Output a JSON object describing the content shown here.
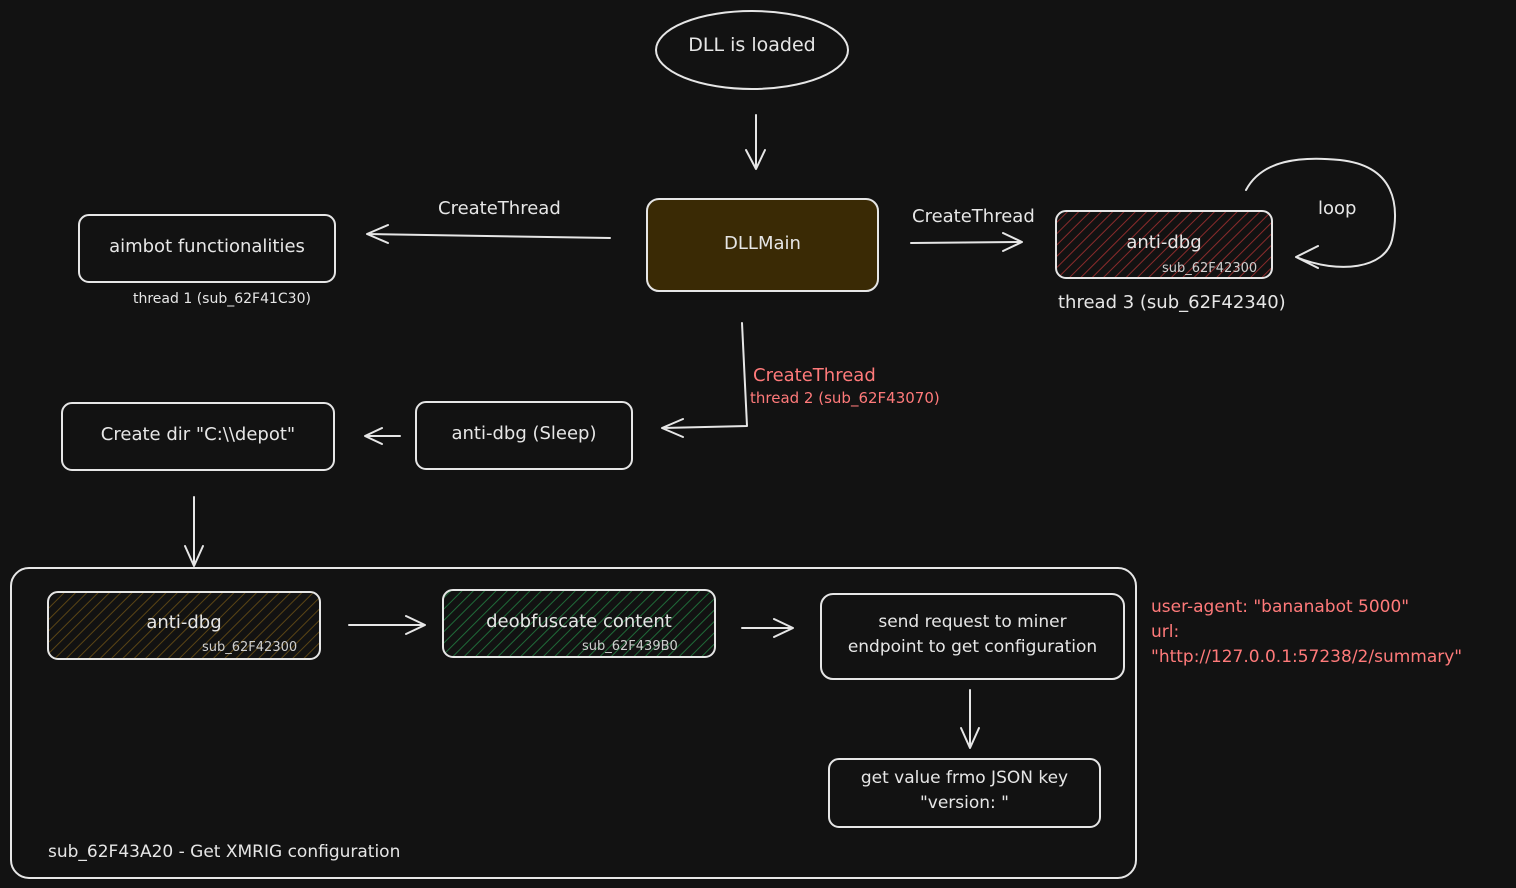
{
  "colors": {
    "background": "#121212",
    "stroke": "#e6e6e6",
    "annotation": "#ff7a7a",
    "dllmain_fill": "#3a2a05",
    "hatch_red": "#8a2b2b",
    "hatch_brown": "#5a4415",
    "hatch_green": "#1f6a38"
  },
  "nodes": {
    "dll_loaded": "DLL is loaded",
    "dllmain": "DLLMain",
    "aimbot": "aimbot functionalities",
    "anti_dbg_thread3": "anti-dbg",
    "anti_dbg_thread3_sub": "sub_62F42300",
    "anti_dbg_sleep": "anti-dbg (Sleep)",
    "create_dir": "Create dir \"C:\\\\depot\"",
    "anti_dbg_inner": "anti-dbg",
    "anti_dbg_inner_sub": "sub_62F42300",
    "deobfuscate": "deobfuscate content",
    "deobfuscate_sub": "sub_62F439B0",
    "send_request_line1": "send request to miner",
    "send_request_line2": "endpoint to get configuration",
    "get_value_line1": "get value frmo JSON key",
    "get_value_line2": "\"version: \""
  },
  "edges": {
    "create_thread_left": "CreateThread",
    "create_thread_right": "CreateThread",
    "create_thread_down": "CreateThread",
    "loop": "loop"
  },
  "captions": {
    "thread1": "thread 1 (sub_62F41C30)",
    "thread2": "thread 2 (sub_62F43070)",
    "thread3": "thread 3 (sub_62F42340)",
    "group_title": "sub_62F43A20 - Get XMRIG configuration"
  },
  "annotations": {
    "user_agent": "user-agent: \"bananabot 5000\"",
    "url_label": "url:",
    "url_value": "\"http://127.0.0.1:57238/2/summary\""
  }
}
